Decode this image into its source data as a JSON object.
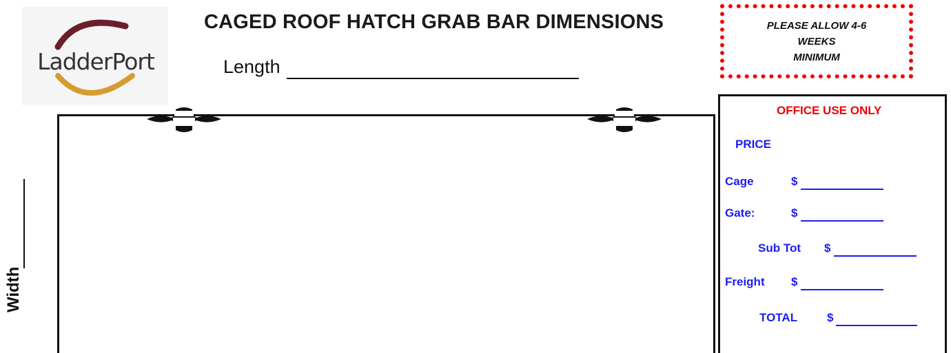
{
  "logo": {
    "text": "LadderPort",
    "colors": {
      "arc_top": "#6b1f2a",
      "arc_bottom": "#d79b2e"
    }
  },
  "header": {
    "title": "CAGED ROOF HATCH GRAB BAR DIMENSIONS",
    "length_label": "Length"
  },
  "notice": {
    "lines": [
      "PLEASE ALLOW 4-6",
      "WEEKS",
      "MINIMUM"
    ],
    "border_color": "#e00000"
  },
  "drawing": {
    "width_label": "Width"
  },
  "office": {
    "title": "OFFICE USE ONLY",
    "price_label": "PRICE",
    "rows": [
      {
        "label": "Cage",
        "currency": "$"
      },
      {
        "label": "Gate:",
        "currency": "$"
      },
      {
        "label": "Sub Tot",
        "currency": "$"
      },
      {
        "label": "Freight",
        "currency": "$"
      },
      {
        "label": "TOTAL",
        "currency": "$"
      }
    ],
    "label_color": "#1c1cf0",
    "title_color": "#e00000"
  }
}
